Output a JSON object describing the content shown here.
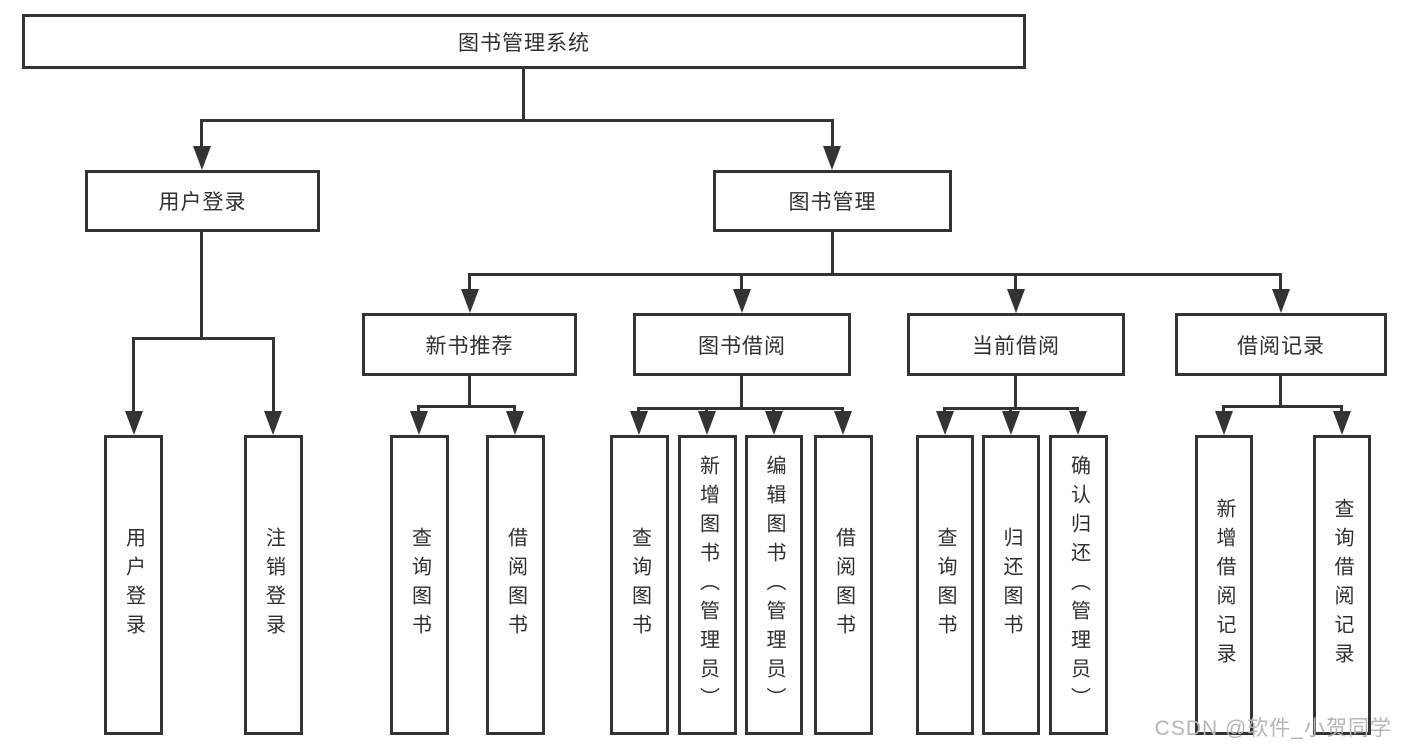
{
  "root": {
    "label": "图书管理系统"
  },
  "user_section": {
    "label": "用户登录",
    "children": [
      "用户登录",
      "注销登录"
    ]
  },
  "book_section": {
    "label": "图书管理",
    "groups": [
      {
        "label": "新书推荐",
        "children": [
          "查询图书",
          "借阅图书"
        ]
      },
      {
        "label": "图书借阅",
        "children": [
          "查询图书",
          "新增图书（管理员）",
          "编辑图书（管理员）",
          "借阅图书"
        ]
      },
      {
        "label": "当前借阅",
        "children": [
          "查询图书",
          "归还图书",
          "确认归还（管理员）"
        ]
      },
      {
        "label": "借阅记录",
        "children": [
          "新增借阅记录",
          "查询借阅记录"
        ]
      }
    ]
  },
  "watermark": "CSDN @软件_小贺同学",
  "colors": {
    "line": "#333333",
    "box_fill": "#ffffff",
    "text": "#2f2f2f",
    "watermark": "#b5b5b5"
  }
}
